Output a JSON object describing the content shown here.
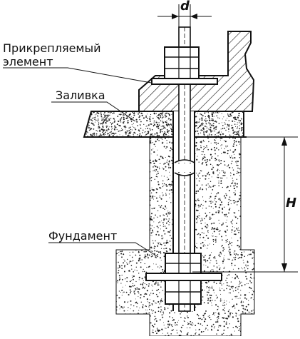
{
  "labels": {
    "attached_element_line1": "Прикрепляемый",
    "attached_element_line2": "элемент",
    "grout": "Заливка",
    "foundation": "Фундамент"
  },
  "dimensions": {
    "bolt_diameter": "d",
    "anchorage_depth": "H"
  },
  "colors": {
    "line": "#111111",
    "concrete_dots": "#222222",
    "background": "#ffffff"
  }
}
